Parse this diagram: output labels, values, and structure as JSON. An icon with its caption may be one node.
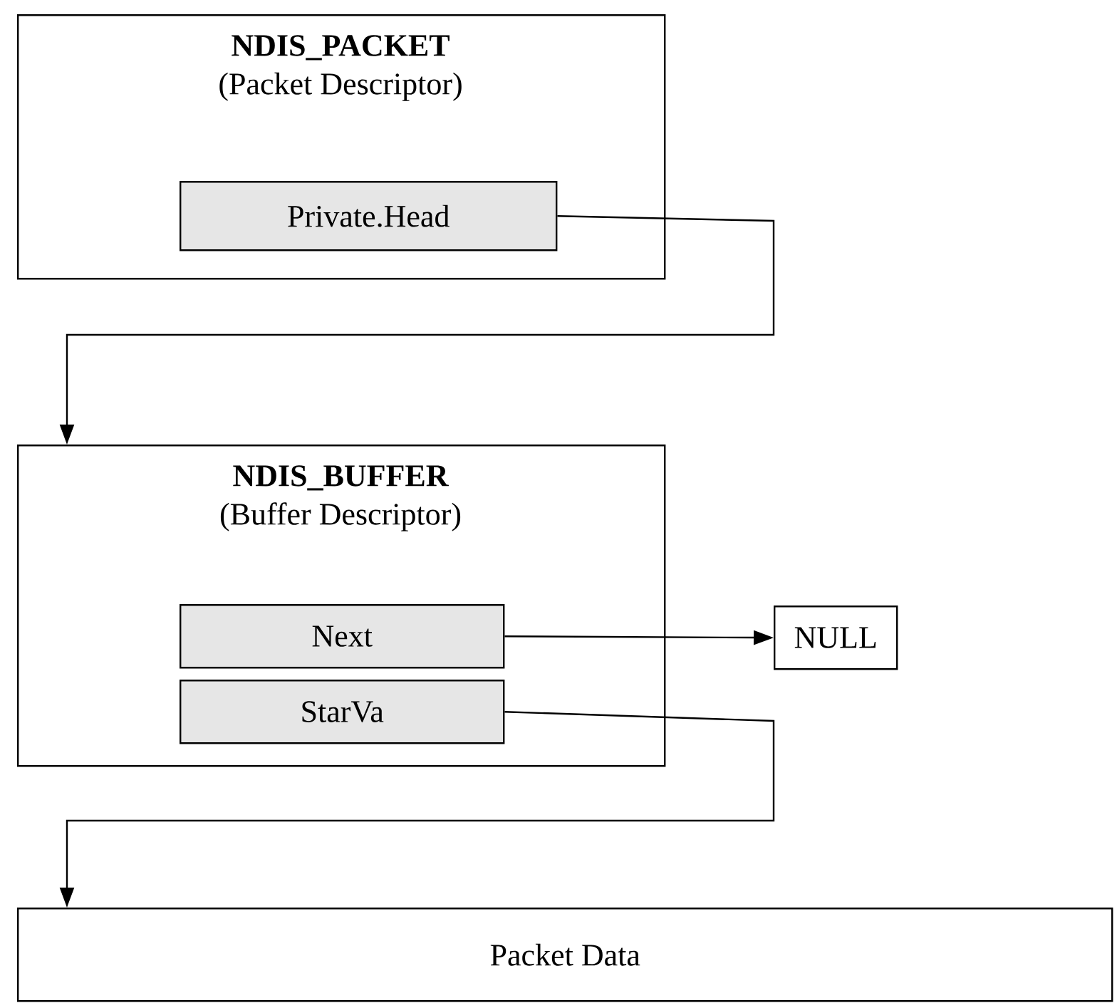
{
  "diagram": {
    "nodes": [
      {
        "text": [
          "NDIS_PACKET",
          "(Packet Descriptor)"
        ]
      },
      {
        "text": [
          "Private.Head"
        ],
        "in": 0
      },
      {
        "text": [
          "NDIS_BUFFER",
          "(Buffer Descriptor)"
        ]
      },
      {
        "text": [
          "Next"
        ],
        "in": 2
      },
      {
        "text": [
          "StarVa"
        ],
        "in": 2
      },
      {
        "text": [
          "NULL"
        ]
      },
      {
        "text": [
          "Packet Data"
        ]
      }
    ],
    "edges": [
      {
        "from": 1,
        "to": 2,
        "arrow": "to"
      },
      {
        "from": 3,
        "to": 5,
        "arrow": "to"
      },
      {
        "from": 4,
        "to": 6,
        "arrow": "to"
      }
    ]
  }
}
